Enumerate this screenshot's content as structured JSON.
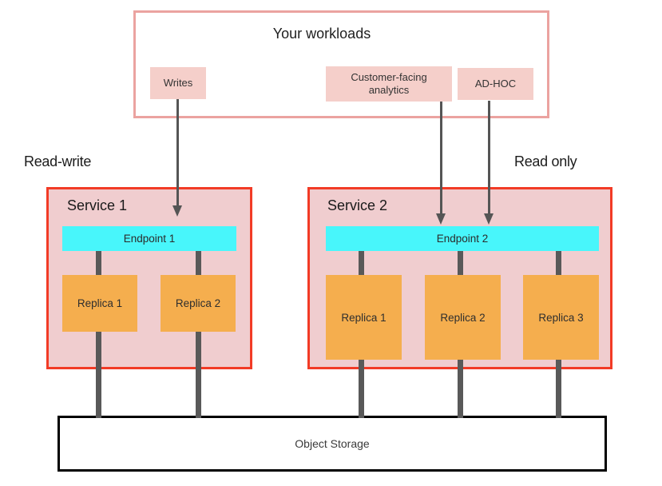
{
  "workloads": {
    "title": "Your workloads",
    "items": [
      {
        "label": "Writes"
      },
      {
        "label": "Customer-facing analytics"
      },
      {
        "label": "AD-HOC"
      }
    ]
  },
  "zone_labels": {
    "read_write": "Read-write",
    "read_only": "Read only"
  },
  "services": [
    {
      "name": "Service 1",
      "endpoint_label": "Endpoint 1",
      "replicas": [
        "Replica 1",
        "Replica 2"
      ]
    },
    {
      "name": "Service 2",
      "endpoint_label": "Endpoint 2",
      "replicas": [
        "Replica 1",
        "Replica 2",
        "Replica 3"
      ]
    }
  ],
  "storage": {
    "label": "Object Storage"
  },
  "colors": {
    "workloads_border": "#eba3a0",
    "chip_fill": "#f5cfca",
    "service_border": "#f23b26",
    "service_fill": "#f0cdcf",
    "endpoint_fill": "#48f6fb",
    "replica_fill": "#f5ae4e",
    "connector": "#595959",
    "arrow": "#555555",
    "storage_border": "#000000"
  }
}
